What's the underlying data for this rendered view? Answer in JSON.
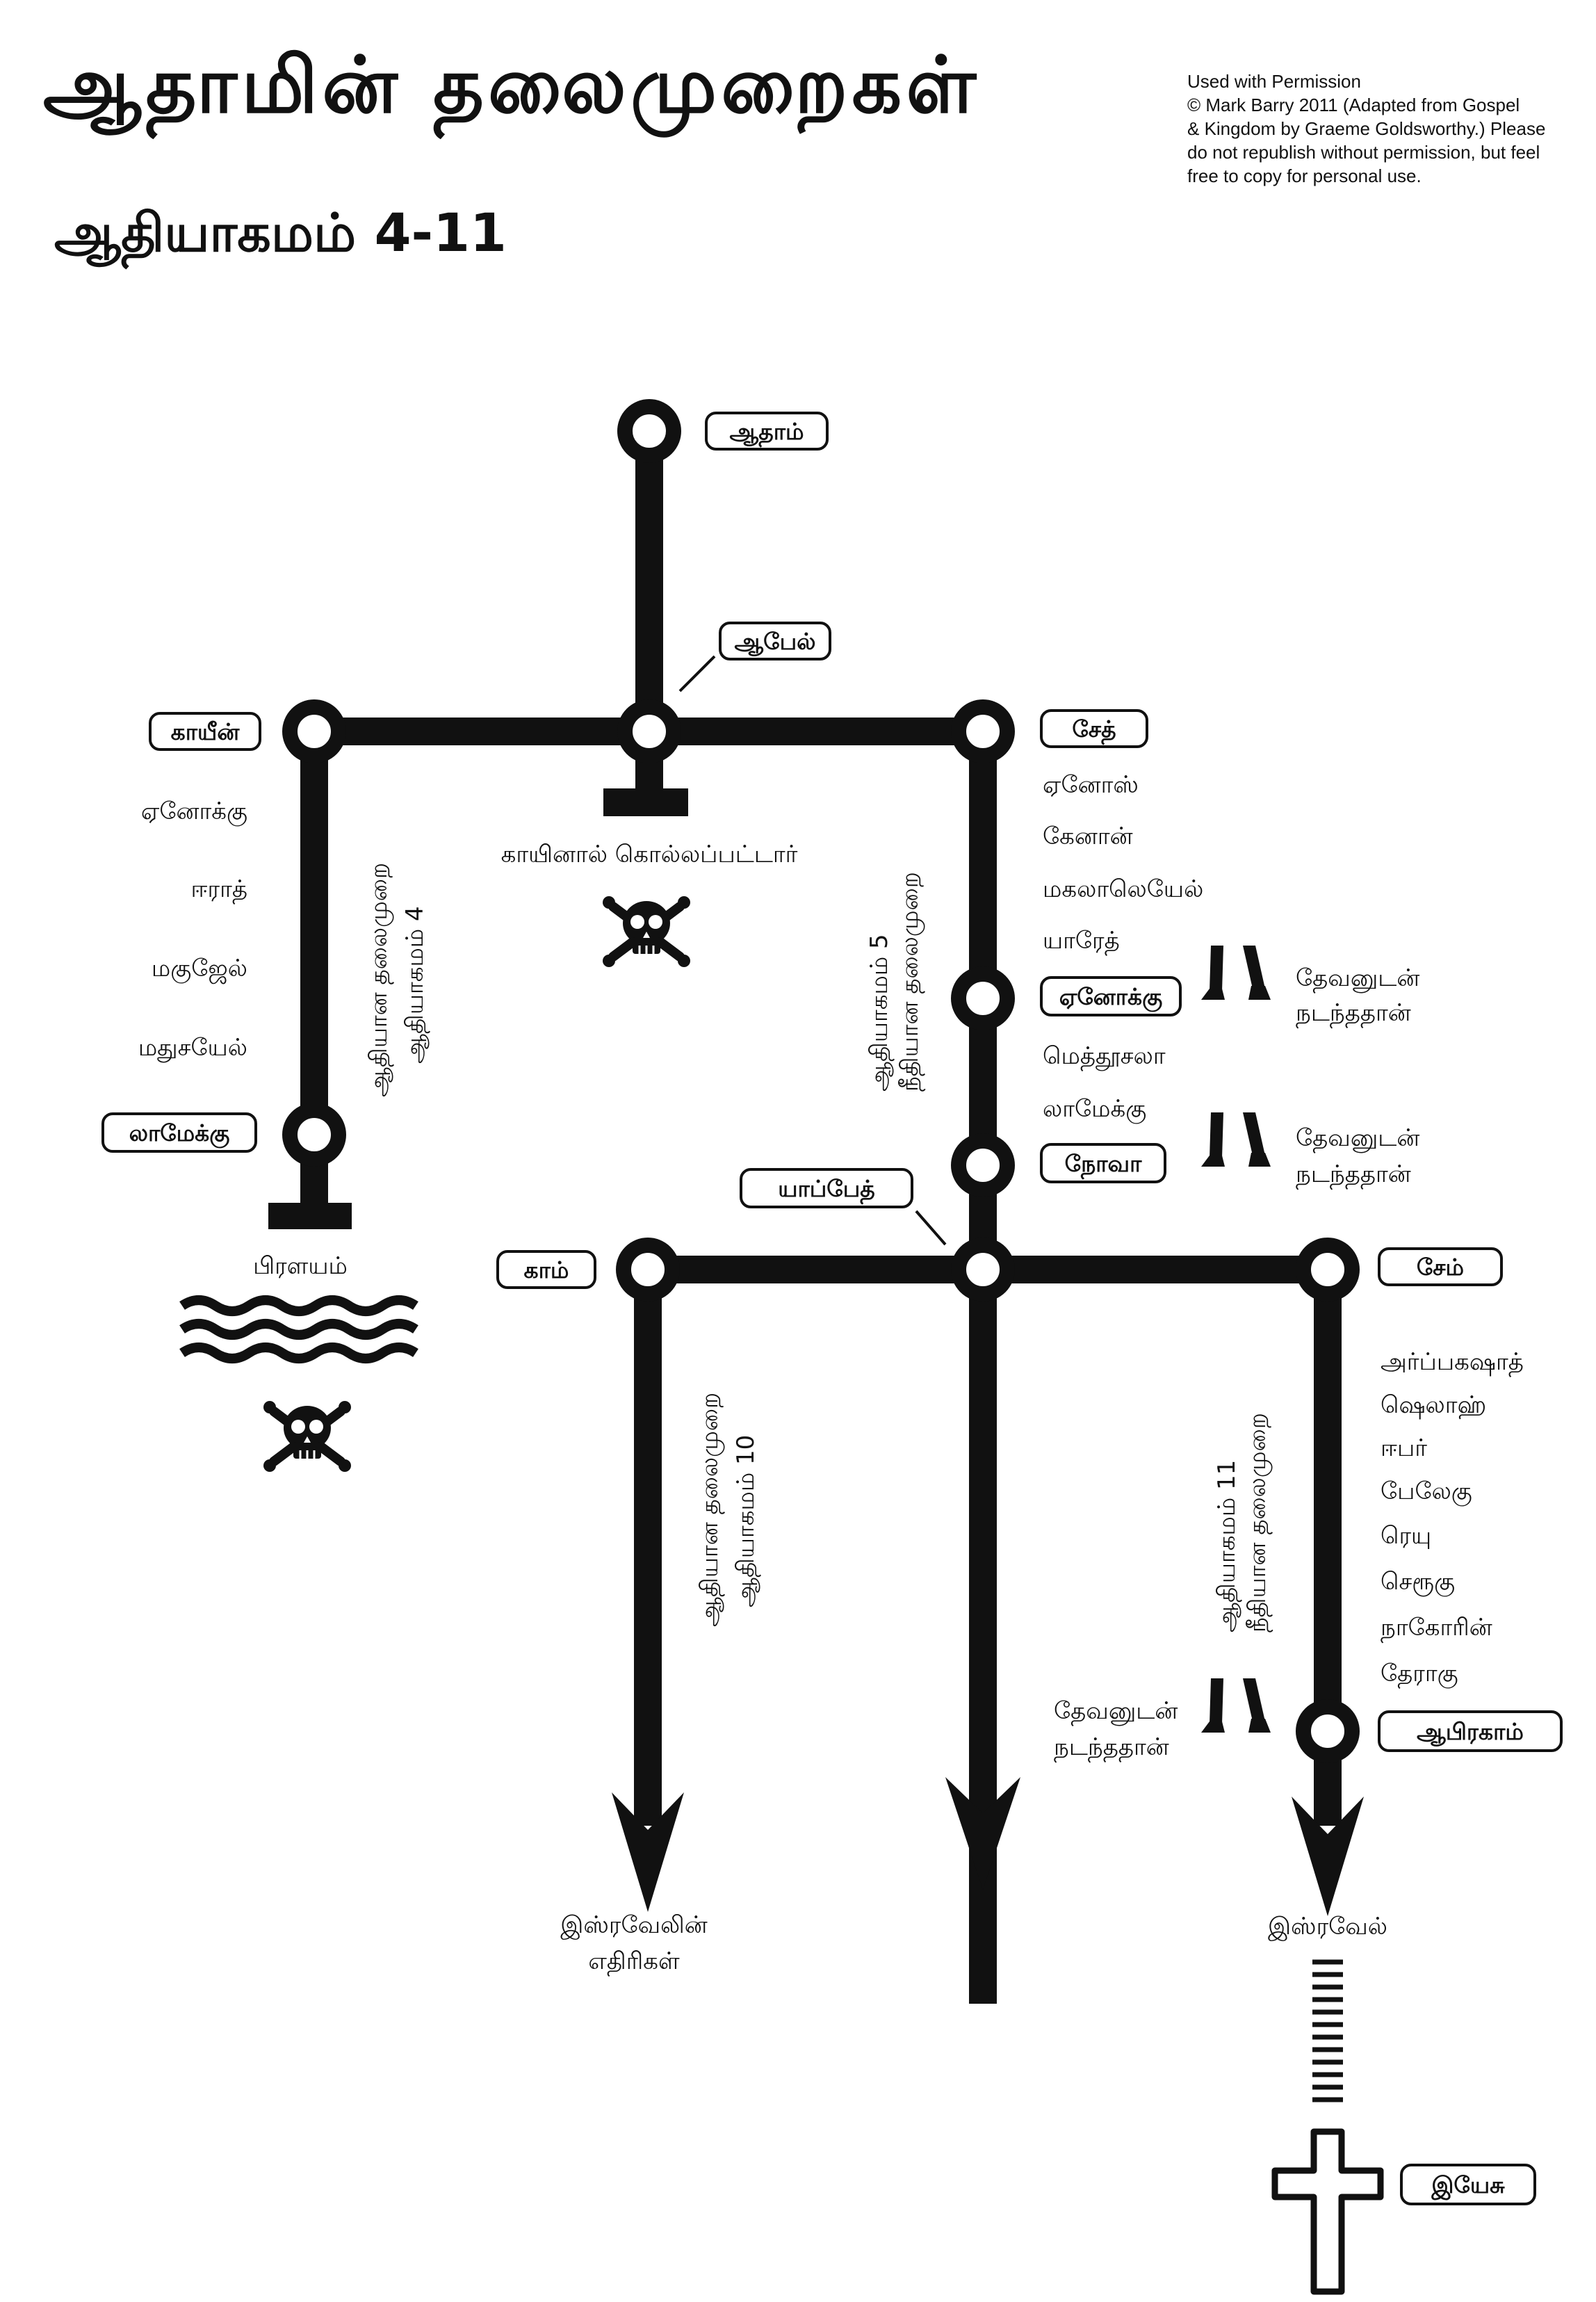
{
  "header": {
    "title": "ஆதாமின் தலைமுறைகள்",
    "subtitle": "ஆதியாகமம் 4-11",
    "credit_lines": [
      "Used  with  Permission",
      "© Mark Barry  2011  (Adapted from Gospel",
      "& Kingdom by Graeme Goldsworthy.) Please",
      "do not republish without permission, but feel",
      "free to copy for personal use."
    ]
  },
  "nodes": {
    "adam": "ஆதாம்",
    "abel": "ஆபேல்",
    "cain": "காயீன்",
    "seth": "சேத்",
    "lamech_cain": "லாமேக்கு",
    "enoch": "ஏனோக்கு",
    "noah": "நோவா",
    "japheth": "யாப்பேத்",
    "ham": "காம்",
    "shem": "சேம்",
    "abraham": "ஆபிரகாம்",
    "jesus": "இயேசு"
  },
  "lists": {
    "cain_line": [
      "ஏனோக்கு",
      "ஈராத்",
      "மகுஜேல்",
      "மதுசயேல்"
    ],
    "seth_line_a": [
      "ஏனோஸ்",
      "கேனான்",
      "மகலாலெயேல்",
      "யாரேத்"
    ],
    "seth_line_b": [
      "மெத்தூசலா",
      "லாமேக்கு"
    ],
    "shem_line": [
      "அர்ப்பகஷாத்",
      "ஷெலாஹ்",
      "ஈபர்",
      "பேலேகு",
      "ரெயு",
      "செரூகு",
      "நாகோரின்",
      "தேராகு"
    ]
  },
  "notes": {
    "killed_by_cain": "காயினால் கொல்லப்பட்டார்",
    "flood": "பிரளயம்",
    "walked_with_god_1": "தேவனுடன்",
    "walked_with_god_2": "நடந்ததான்",
    "israel_enemies_1": "இஸ்ரவேலின்",
    "israel_enemies_2": "எதிரிகள்",
    "israel": "இஸ்ரவேல்"
  },
  "vertical_labels": {
    "gen4_ref": "ஆதியாகமம் 4",
    "gen4_title": "ஆதியான தலைமுறை",
    "gen5_ref": "ஆதியாகமம் 5",
    "gen5_title": "நீதியான தலைமுறை",
    "gen10_ref": "ஆதியாகமம் 10",
    "gen10_title": "ஆதியான தலைமுறை",
    "gen11_ref": "ஆதியாகமம் 11",
    "gen11_title": "நீதியான தலைமுறை"
  },
  "colors": {
    "line": "#111111",
    "background": "#ffffff"
  }
}
